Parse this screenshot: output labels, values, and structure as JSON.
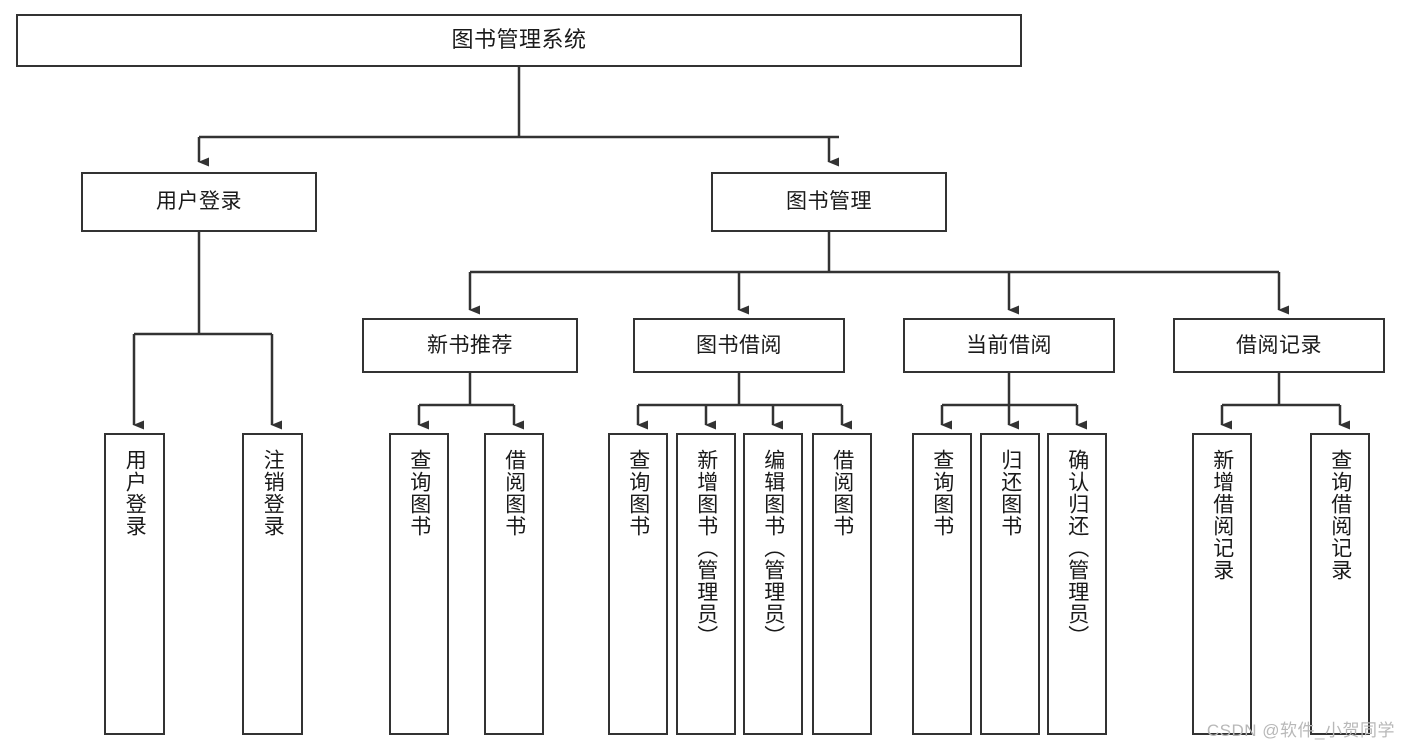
{
  "diagram": {
    "title": "图书管理系统",
    "type": "tree-hierarchy",
    "watermark": "CSDN @软件_小贺同学",
    "colors": {
      "border": "#333333",
      "fill": "#ffffff",
      "edge": "#333333",
      "text": "#1a1a1a",
      "watermark": "#b8b8b8"
    },
    "nodes": {
      "root": {
        "label": "图书管理系统"
      },
      "level2": [
        {
          "label": "用户登录"
        },
        {
          "label": "图书管理"
        }
      ],
      "level3": [
        {
          "label": "新书推荐"
        },
        {
          "label": "图书借阅"
        },
        {
          "label": "当前借阅"
        },
        {
          "label": "借阅记录"
        }
      ],
      "leaves": [
        {
          "label": "用户登录"
        },
        {
          "label": "注销登录"
        },
        {
          "label": "查询图书"
        },
        {
          "label": "借阅图书"
        },
        {
          "label": "查询图书"
        },
        {
          "label": "新增图书（管理员）"
        },
        {
          "label": "编辑图书（管理员）"
        },
        {
          "label": "借阅图书"
        },
        {
          "label": "查询图书"
        },
        {
          "label": "归还图书"
        },
        {
          "label": "确认归还（管理员）"
        },
        {
          "label": "新增借阅记录"
        },
        {
          "label": "查询借阅记录"
        }
      ]
    }
  }
}
